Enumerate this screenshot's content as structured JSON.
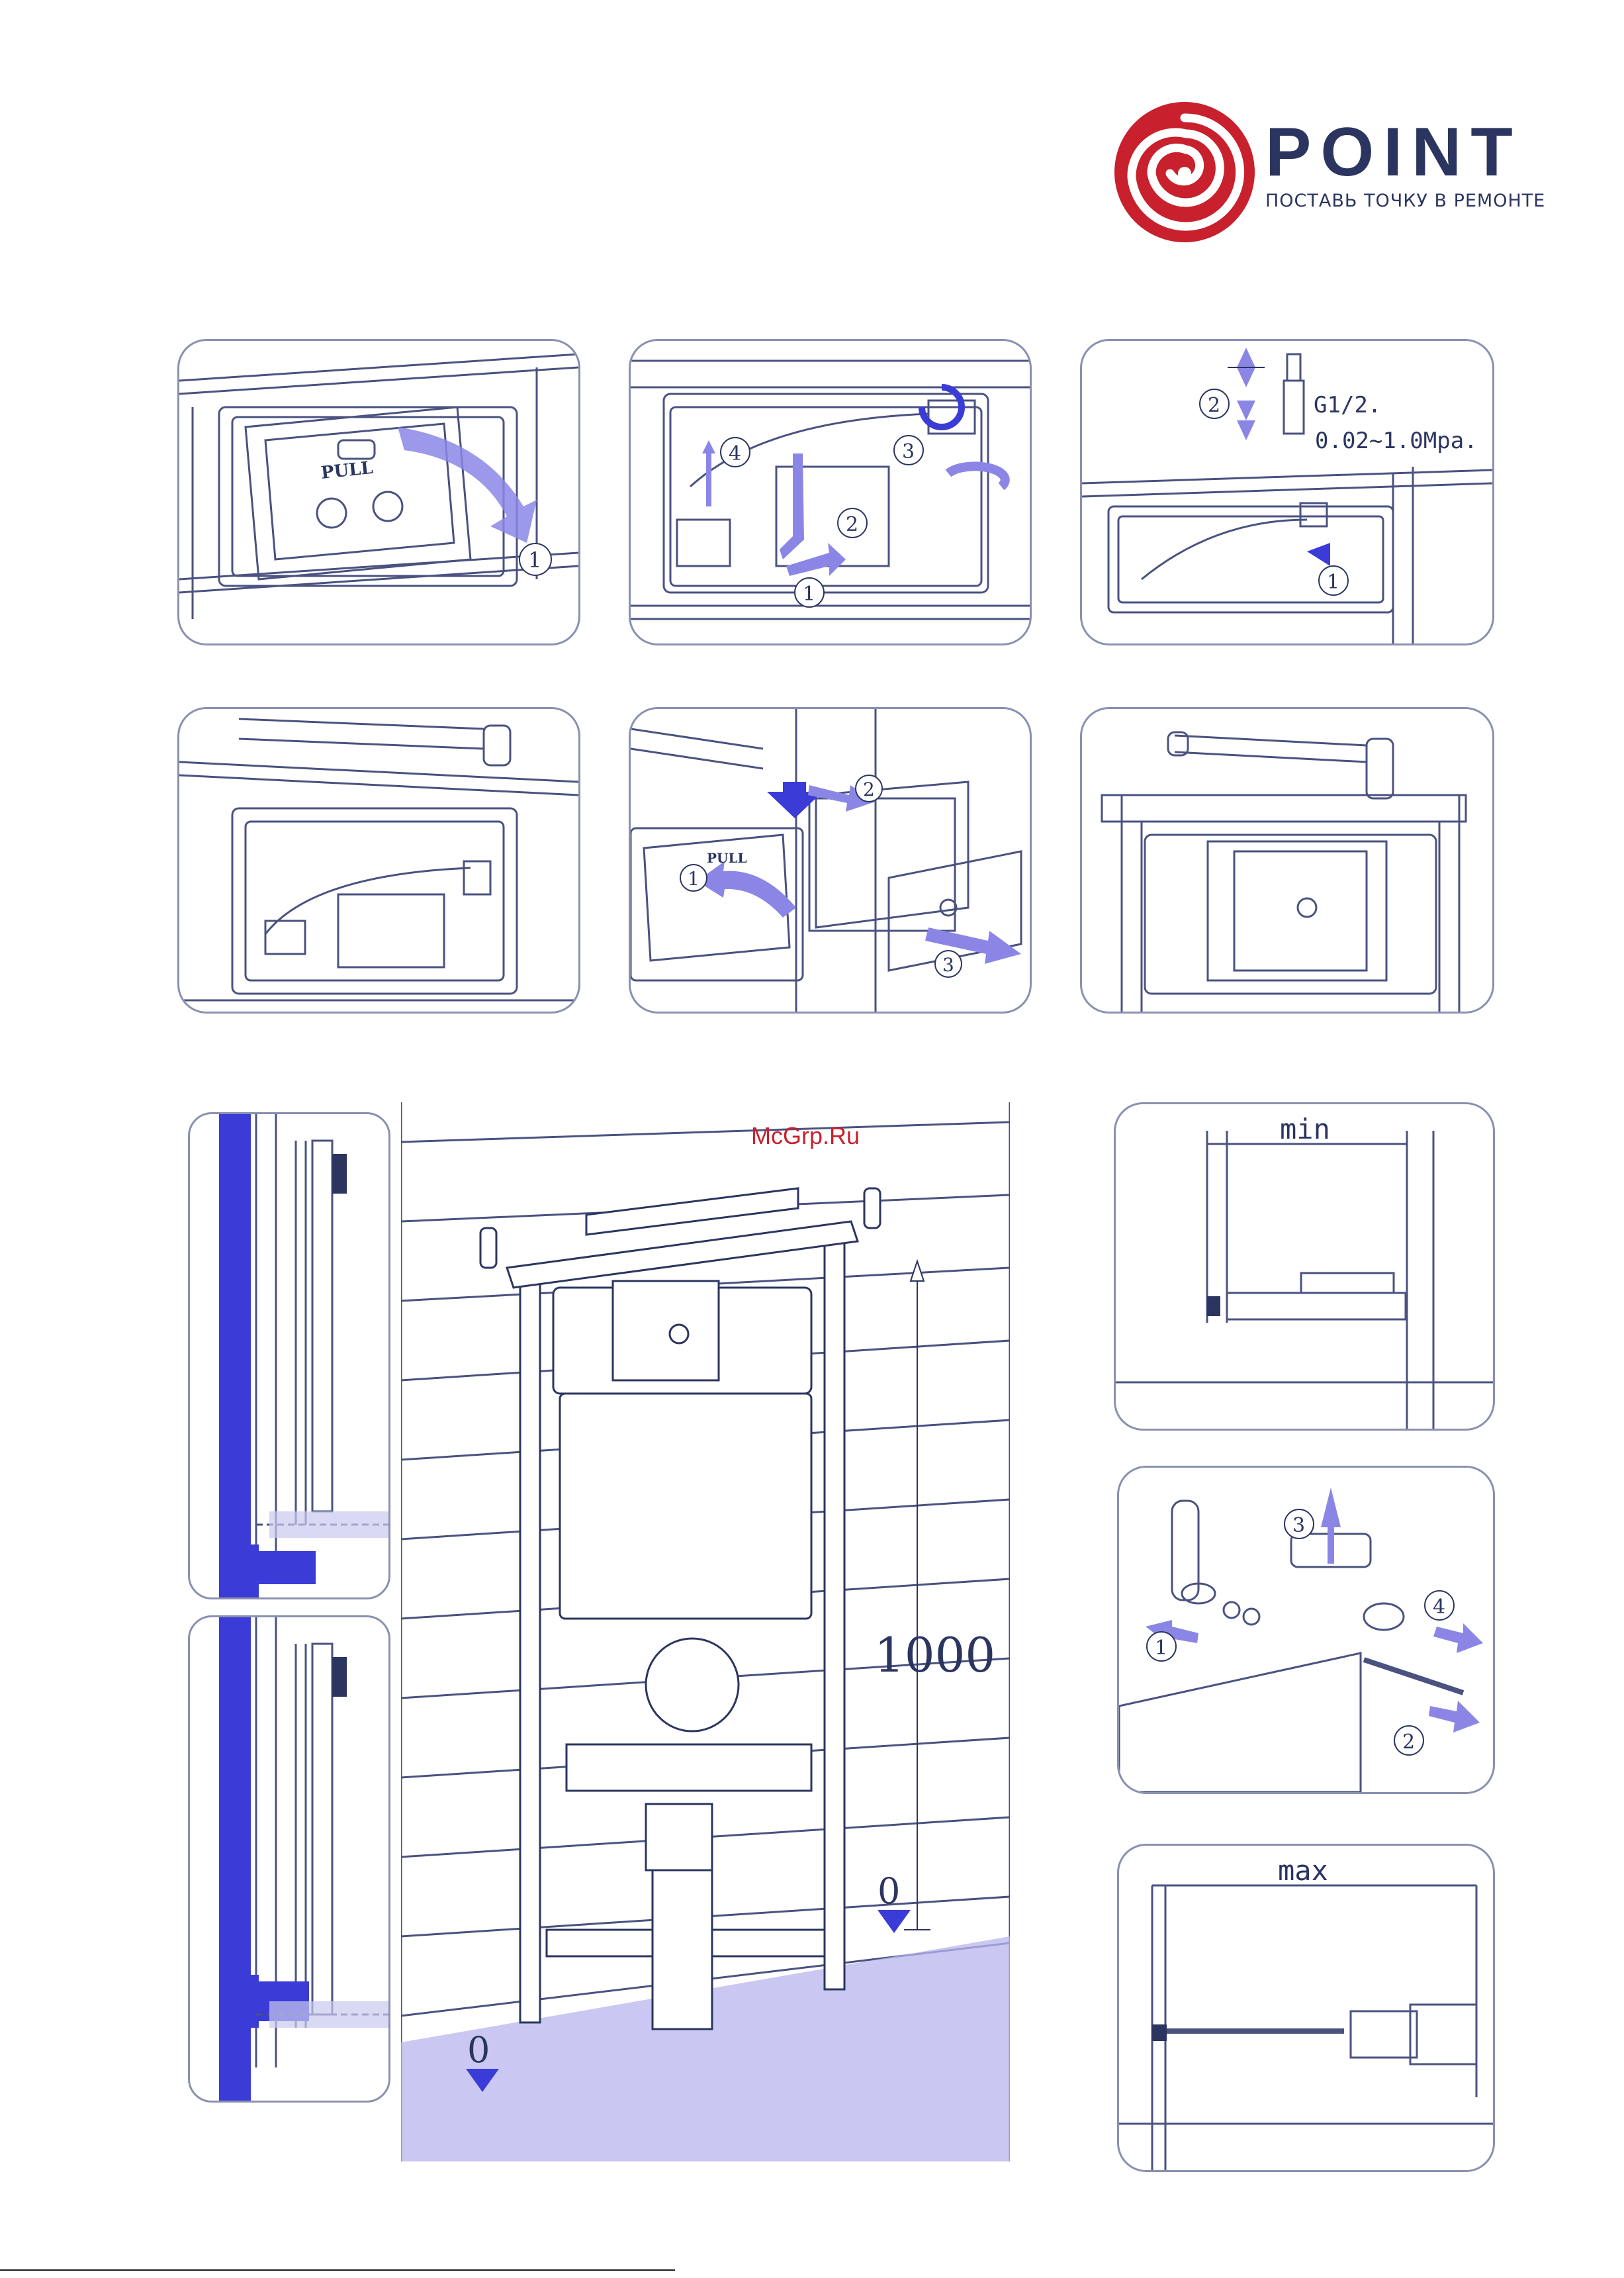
{
  "brand": {
    "name": "POINT",
    "tagline": "ПОСТАВЬ ТОЧКУ В РЕМОНТЕ",
    "colors": {
      "logo_red": "#c8202c",
      "text_navy": "#2b3560",
      "accent_blue": "#3b3bd8",
      "arrow_lilac": "#8b86e6"
    }
  },
  "watermark": "McGrp.Ru",
  "step_numbers": [
    "1",
    "2",
    "3",
    "4"
  ],
  "panel_1": {
    "pull_label": "PULL",
    "step_1": "1"
  },
  "panel_2": {
    "step_1": "1",
    "step_2": "2",
    "step_3": "3",
    "step_4": "4"
  },
  "panel_3": {
    "step_1": "1",
    "step_2": "2",
    "thread": "G1/2.",
    "pressure": "0.02~1.0Mpa."
  },
  "panel_5": {
    "pull_label": "PULL",
    "step_1": "1",
    "step_2": "2",
    "step_3": "3"
  },
  "main": {
    "height_label": "1000",
    "zero_left": "0",
    "zero_right": "0"
  },
  "min_panel": {
    "label": "min"
  },
  "bracket_panel": {
    "step_1": "1",
    "step_2": "2",
    "step_3": "3",
    "step_4": "4"
  },
  "max_panel": {
    "label": "max"
  }
}
